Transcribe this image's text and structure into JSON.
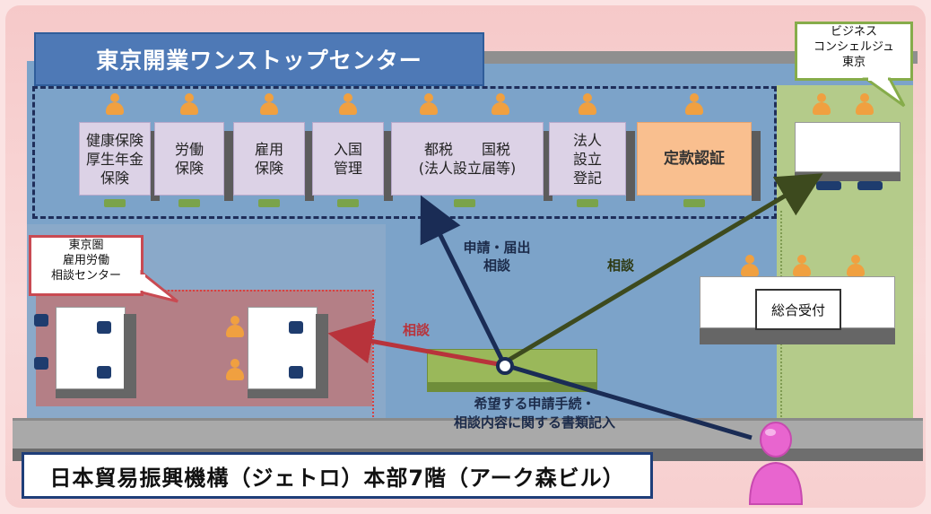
{
  "header": {
    "title": "東京開業ワンストップセンター"
  },
  "counters": [
    {
      "lines": [
        "健康保険",
        "厚生年金",
        "保険"
      ]
    },
    {
      "lines": [
        "労働",
        "保険"
      ]
    },
    {
      "lines": [
        "雇用",
        "保険"
      ]
    },
    {
      "lines": [
        "入国",
        "管理"
      ]
    },
    {
      "lines": [
        "都税　　国税",
        "(法人設立届等)"
      ]
    },
    {
      "lines": [
        "法人",
        "設立",
        "登記"
      ]
    },
    {
      "lines": [
        "定款認証"
      ]
    }
  ],
  "callouts": {
    "business_concierge": [
      "ビジネス",
      "コンシェルジュ",
      "東京"
    ],
    "labor_center": [
      "東京圏",
      "雇用労働",
      "相談センター"
    ]
  },
  "flows": {
    "apply_notify": [
      "申請・届出",
      "相談"
    ],
    "consult_right": "相談",
    "consult_left": "相談",
    "writing": [
      "希望する申請手続・",
      "相談内容に関する書類記入"
    ]
  },
  "reception": "総合受付",
  "footer": {
    "location": "日本貿易振興機構（ジェトロ）本部7階（アーク森ビル）"
  },
  "colors": {
    "banner": "#4e79b6",
    "counter": "#dcd2e6",
    "teikan": "#f9bf8f",
    "arrow_dark_blue": "#1a2c55",
    "arrow_green": "#3d4a1e",
    "arrow_red": "#b8333b"
  }
}
